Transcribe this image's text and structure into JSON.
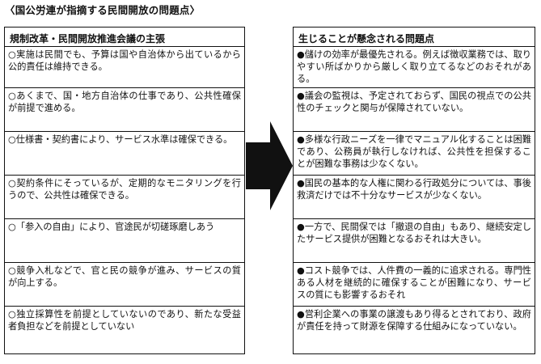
{
  "page_title": "〈国公労連が指摘する民間開放の問題点〉",
  "left_table": {
    "header": "規制改革・民間開放推進会議の主張",
    "rows": [
      "○実施は民間でも、予算は国や自治体から出ているから公的責任は維持できる。",
      "○あくまで、国・地方自治体の仕事であり、公共性確保が前提で進める。",
      "○仕様書・契約書により、サービス水準は確保できる。",
      "○契約条件にそっているが、定期的なモニタリングを行うので、公共性は確保できる。",
      "○「参入の自由」により、官途民が切磋琢磨しあう",
      "○競争入札などで、官と民の競争が進み、サービスの質が向上する。",
      "○独立採算性を前提としていないのであり、新たな受益者負担などを前提としていない"
    ]
  },
  "right_table": {
    "header": "生じることが懸念される問題点",
    "rows": [
      "●儲けの効率が最優先される。例えば徴収業務では、取りやすい所ばかりから厳しく取り立てるなどのおそれがある。",
      "●議会の監視は、予定されておらず、国民の視点での公共性のチェックと関与が保障されていない。",
      "●多様な行政ニーズを一律でマニュアル化することは困難であり、公務員が執行しなければ、公共性を担保することが困難な事務は少なくない。",
      "●国民の基本的な人権に関わる行政処分については、事後救済だけでは不十分なサービスが少なくない。",
      "●一方で、民間保では「撤退の自由」もあり、継続安定したサービス提供が困難となるおそれは大きい。",
      "●コスト競争では、人件費の一義的に追求される。専門性ある人材を継続的に確保することが困難になり、サービスの質にも影響するおそれ",
      "●営利企業への事業の譲渡もあり得るとされており、政府が責任を持って財源を保障する仕組みになっていない。"
    ]
  },
  "arrow_icon": "right-arrow-icon"
}
